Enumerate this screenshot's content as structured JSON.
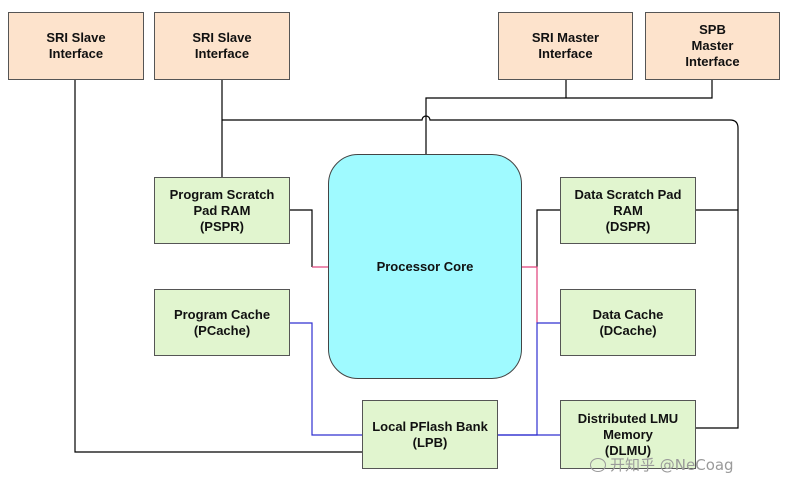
{
  "blocks": {
    "sri_slave_1": "SRI Slave\nInterface",
    "sri_slave_2": "SRI Slave\nInterface",
    "sri_master": "SRI Master\nInterface",
    "spb_master": "SPB\nMaster\nInterface",
    "pspr": "Program Scratch\nPad RAM\n(PSPR)",
    "pcache": "Program Cache\n(PCache)",
    "core": "Processor Core",
    "dspr": "Data Scratch Pad\nRAM\n(DSPR)",
    "dcache": "Data Cache\n(DCache)",
    "lpb": "Local PFlash Bank\n(LPB)",
    "dlmu": "Distributed LMU\nMemory\n(DLMU)"
  },
  "colors": {
    "interface_fill": "#fde3cc",
    "memory_fill": "#e1f5cf",
    "core_fill": "#9ffaff",
    "wire_black": "#000000",
    "wire_red": "#e0407a",
    "wire_blue": "#3030d0"
  },
  "watermark": {
    "icon": "wechat-icon",
    "text": "开知乎 @NeCoag"
  }
}
